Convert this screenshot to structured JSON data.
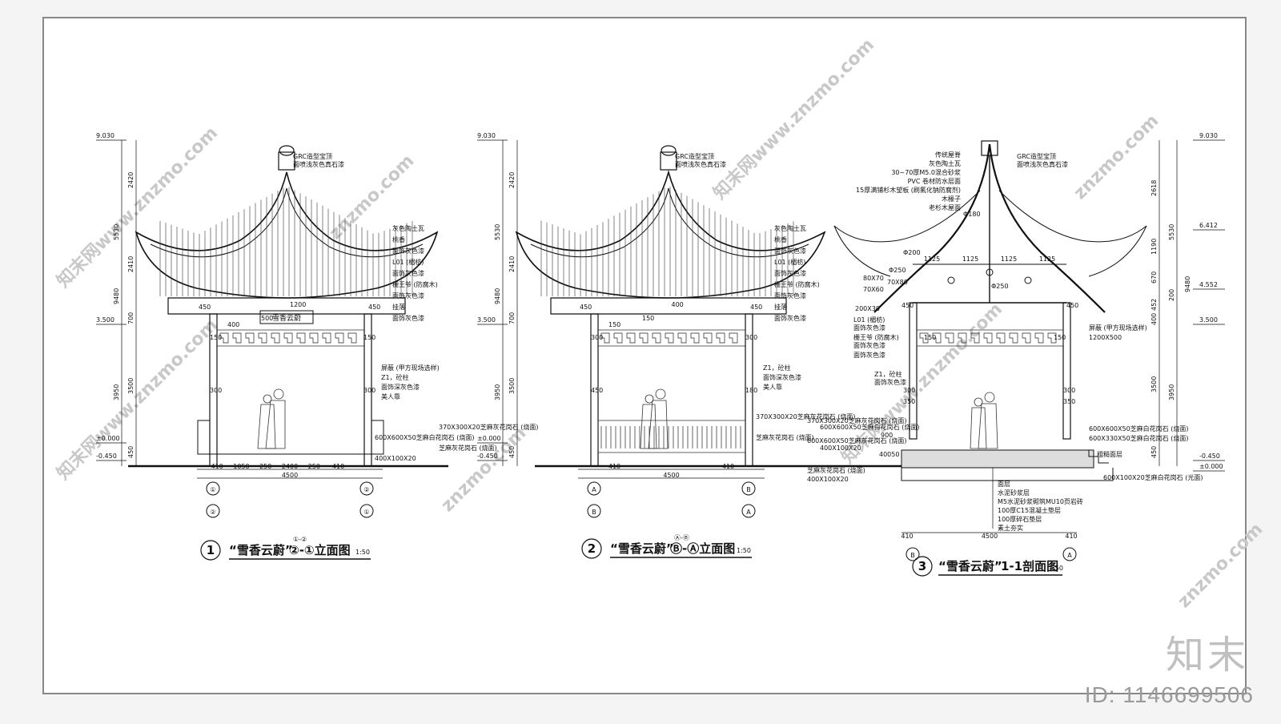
{
  "drawings": [
    {
      "title": "“雪香云蔚”",
      "axes_top": "①-②",
      "axes_bottom": "②-①立面图",
      "scale": "1:50",
      "number": "1",
      "plaque": "雪香云蔚",
      "grid_top_left": "①",
      "grid_bot_left": "②",
      "grid_top_right": "②",
      "grid_bot_right": "①",
      "levels": [
        "9.030",
        "3.500",
        "±0.000",
        "-0.450"
      ],
      "dims_vert": [
        "2420",
        "5530",
        "2410",
        "9480",
        "700",
        "3950",
        "3500",
        "450"
      ],
      "dims_horiz": [
        "410",
        "1050",
        "250",
        "2400",
        "250",
        "410",
        "4500"
      ],
      "inner_dims": [
        "450",
        "450",
        "1200",
        "400",
        "500",
        "150",
        "150",
        "300",
        "300"
      ],
      "notes": [
        "GRC造型宝顶",
        "面喷浅灰色真石漆",
        "灰色陶土瓦",
        "桃香",
        "面饰灰色漆",
        "L01 (楣枋)",
        "面饰灰色漆",
        "栅王爷 (防腐木)",
        "面饰灰色漆",
        "挂落",
        "面饰灰色漆",
        "屏蔽 (甲方现场选样)",
        "Z1，砼柱",
        "面饰深灰色漆",
        "美人靠",
        "370X300X20芝麻灰花岗石 (烧面)",
        "600X600X50芝麻白花岗石 (烧面)",
        "芝麻灰花岗石 (烧面)",
        "400X100X20"
      ]
    },
    {
      "title": "“雪香云蔚”",
      "axes_top": "Ⓐ-Ⓑ",
      "axes_bottom": "Ⓑ-Ⓐ立面图",
      "scale": "1:50",
      "number": "2",
      "grid_top_left": "A",
      "grid_bot_left": "B",
      "grid_top_right": "B",
      "grid_bot_right": "A",
      "levels": [
        "9.030",
        "3.500",
        "±0.000",
        "-0.450"
      ],
      "dims_vert": [
        "2420",
        "5530",
        "2410",
        "9480",
        "700",
        "3950",
        "3500",
        "450"
      ],
      "dims_horiz": [
        "410",
        "4500",
        "410"
      ],
      "inner_dims": [
        "450",
        "450",
        "400",
        "150",
        "150",
        "300",
        "300",
        "450",
        "180"
      ],
      "notes": [
        "GRC造型宝顶",
        "面喷浅灰色真石漆",
        "灰色陶土瓦",
        "桃香",
        "面饰灰色漆",
        "L01 (楣枋)",
        "面饰灰色漆",
        "栅王爷 (防腐木)",
        "面饰灰色漆",
        "挂落",
        "面饰灰色漆",
        "Z1，砼柱",
        "面饰深灰色漆",
        "美人靠",
        "370X300X20芝麻灰花岗石 (烧面)",
        "600X600X50芝麻白花岗石 (烧面)",
        "芝麻灰花岗石 (烧面)",
        "400X100X20"
      ]
    },
    {
      "title": "“雪香云蔚”",
      "section": "1-1剖面图",
      "scale": "1:50",
      "number": "3",
      "grid_left": "B",
      "grid_right": "A",
      "levels": [
        "9.030",
        "6.412",
        "4.552",
        "3.500",
        "±0.000",
        "-0.450"
      ],
      "dims_vert": [
        "2618",
        "5530",
        "1190",
        "670",
        "200",
        "452",
        "9480",
        "400",
        "3950",
        "3500",
        "450"
      ],
      "dims_horiz": [
        "410",
        "4500",
        "410",
        "1125",
        "1125",
        "1125",
        "1125"
      ],
      "inner_dims": [
        "Φ180",
        "Φ200",
        "Φ250",
        "Φ250",
        "80X70",
        "70X80",
        "70X60",
        "200X30",
        "450",
        "450",
        "150",
        "150",
        "300",
        "300",
        "350",
        "350",
        "900",
        "40050"
      ],
      "layers": [
        "传统屋脊",
        "灰色陶土瓦",
        "30~70厚M5.0混合砂浆",
        "PVC  卷材防水层面",
        "15厚满铺杉木望板 (刷氟化钠防腐剂)",
        "木椽子",
        "老杉木屋面"
      ],
      "floor_layers": [
        "面层",
        "水泥砂浆层",
        "M5水泥砂浆砌筑MU10页岩砖",
        "100厚C15混凝土垫层",
        "100厚碎石垫层",
        "素土夯实"
      ],
      "notes": [
        "GRC造型宝顶",
        "面喷浅灰色真石漆",
        "L01 (楣枋)",
        "面饰灰色漆",
        "栅王爷 (防腐木)",
        "面饰灰色漆",
        "面饰灰色漆",
        "Z1，砼柱",
        "面饰灰色漆",
        "屏蔽 (甲方现场选样)",
        "1200X500",
        "370X300X20芝麻灰花岗石 (烧面)",
        "600X600X50芝麻灰花岗石 (烧面)",
        "芝麻灰花岗石 (烧面)",
        "400X100X20",
        "600X600X50芝麻白花岗石 (烧面)",
        "600X330X50芝麻白花岗石 (烧面)",
        "粗糙面层",
        "600X100X20芝麻白花岗石 (光面)"
      ]
    }
  ],
  "watermark": "znzmo.com",
  "watermark_cn": "知末网www.znzmo.com",
  "brand": "知末",
  "image_id": "ID: 1146699506"
}
